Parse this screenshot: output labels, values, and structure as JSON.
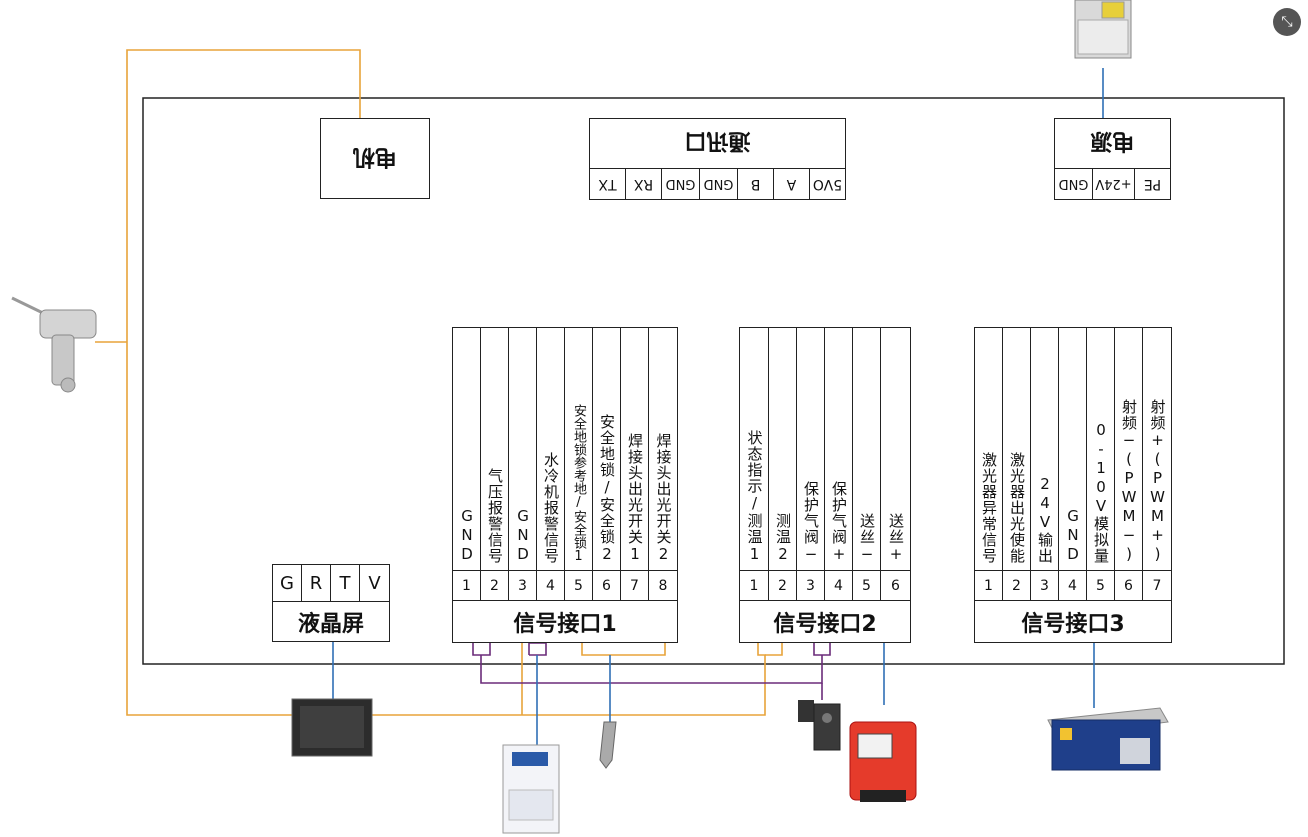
{
  "motor": {
    "label": "电机"
  },
  "comm": {
    "title": "通讯口",
    "pins": [
      "5VO",
      "A",
      "B",
      "GND",
      "GND",
      "RX",
      "TX"
    ]
  },
  "power": {
    "title": "电源",
    "pins": [
      "PE",
      "+24V",
      "GND"
    ]
  },
  "lcd": {
    "title": "液晶屏",
    "pins": [
      "G",
      "R",
      "T",
      "V"
    ]
  },
  "sig1": {
    "title": "信号接口1",
    "pins": [
      {
        "num": "1",
        "label": "GND"
      },
      {
        "num": "2",
        "label": "气压报警信号"
      },
      {
        "num": "3",
        "label": "GND"
      },
      {
        "num": "4",
        "label": "水冷机报警信号"
      },
      {
        "num": "5",
        "label": "安全地锁参考地/安全锁1"
      },
      {
        "num": "6",
        "label": "安全地锁/安全锁2"
      },
      {
        "num": "7",
        "label": "焊接头出光开关1"
      },
      {
        "num": "8",
        "label": "焊接头出光开关2"
      }
    ]
  },
  "sig2": {
    "title": "信号接口2",
    "pins": [
      {
        "num": "1",
        "label": "状态指示/测温1"
      },
      {
        "num": "2",
        "label": "测温2"
      },
      {
        "num": "3",
        "label": "保护气阀−"
      },
      {
        "num": "4",
        "label": "保护气阀+"
      },
      {
        "num": "5",
        "label": "送丝−"
      },
      {
        "num": "6",
        "label": "送丝+"
      }
    ]
  },
  "sig3": {
    "title": "信号接口3",
    "pins": [
      {
        "num": "1",
        "label": "激光器异常信号"
      },
      {
        "num": "2",
        "label": "激光器出光使能"
      },
      {
        "num": "3",
        "label": "24V输出"
      },
      {
        "num": "4",
        "label": "GND"
      },
      {
        "num": "5",
        "label": "0-10V模拟量"
      },
      {
        "num": "6",
        "label": "射频−(PWM−)"
      },
      {
        "num": "7",
        "label": "射频+(PWM+)"
      }
    ]
  },
  "colors": {
    "orange": "#e8a33a",
    "blue": "#2f6fb5",
    "purple": "#6b2c7a",
    "border": "#222222"
  },
  "icons": {
    "close": "fullscreen-exit-icon"
  }
}
